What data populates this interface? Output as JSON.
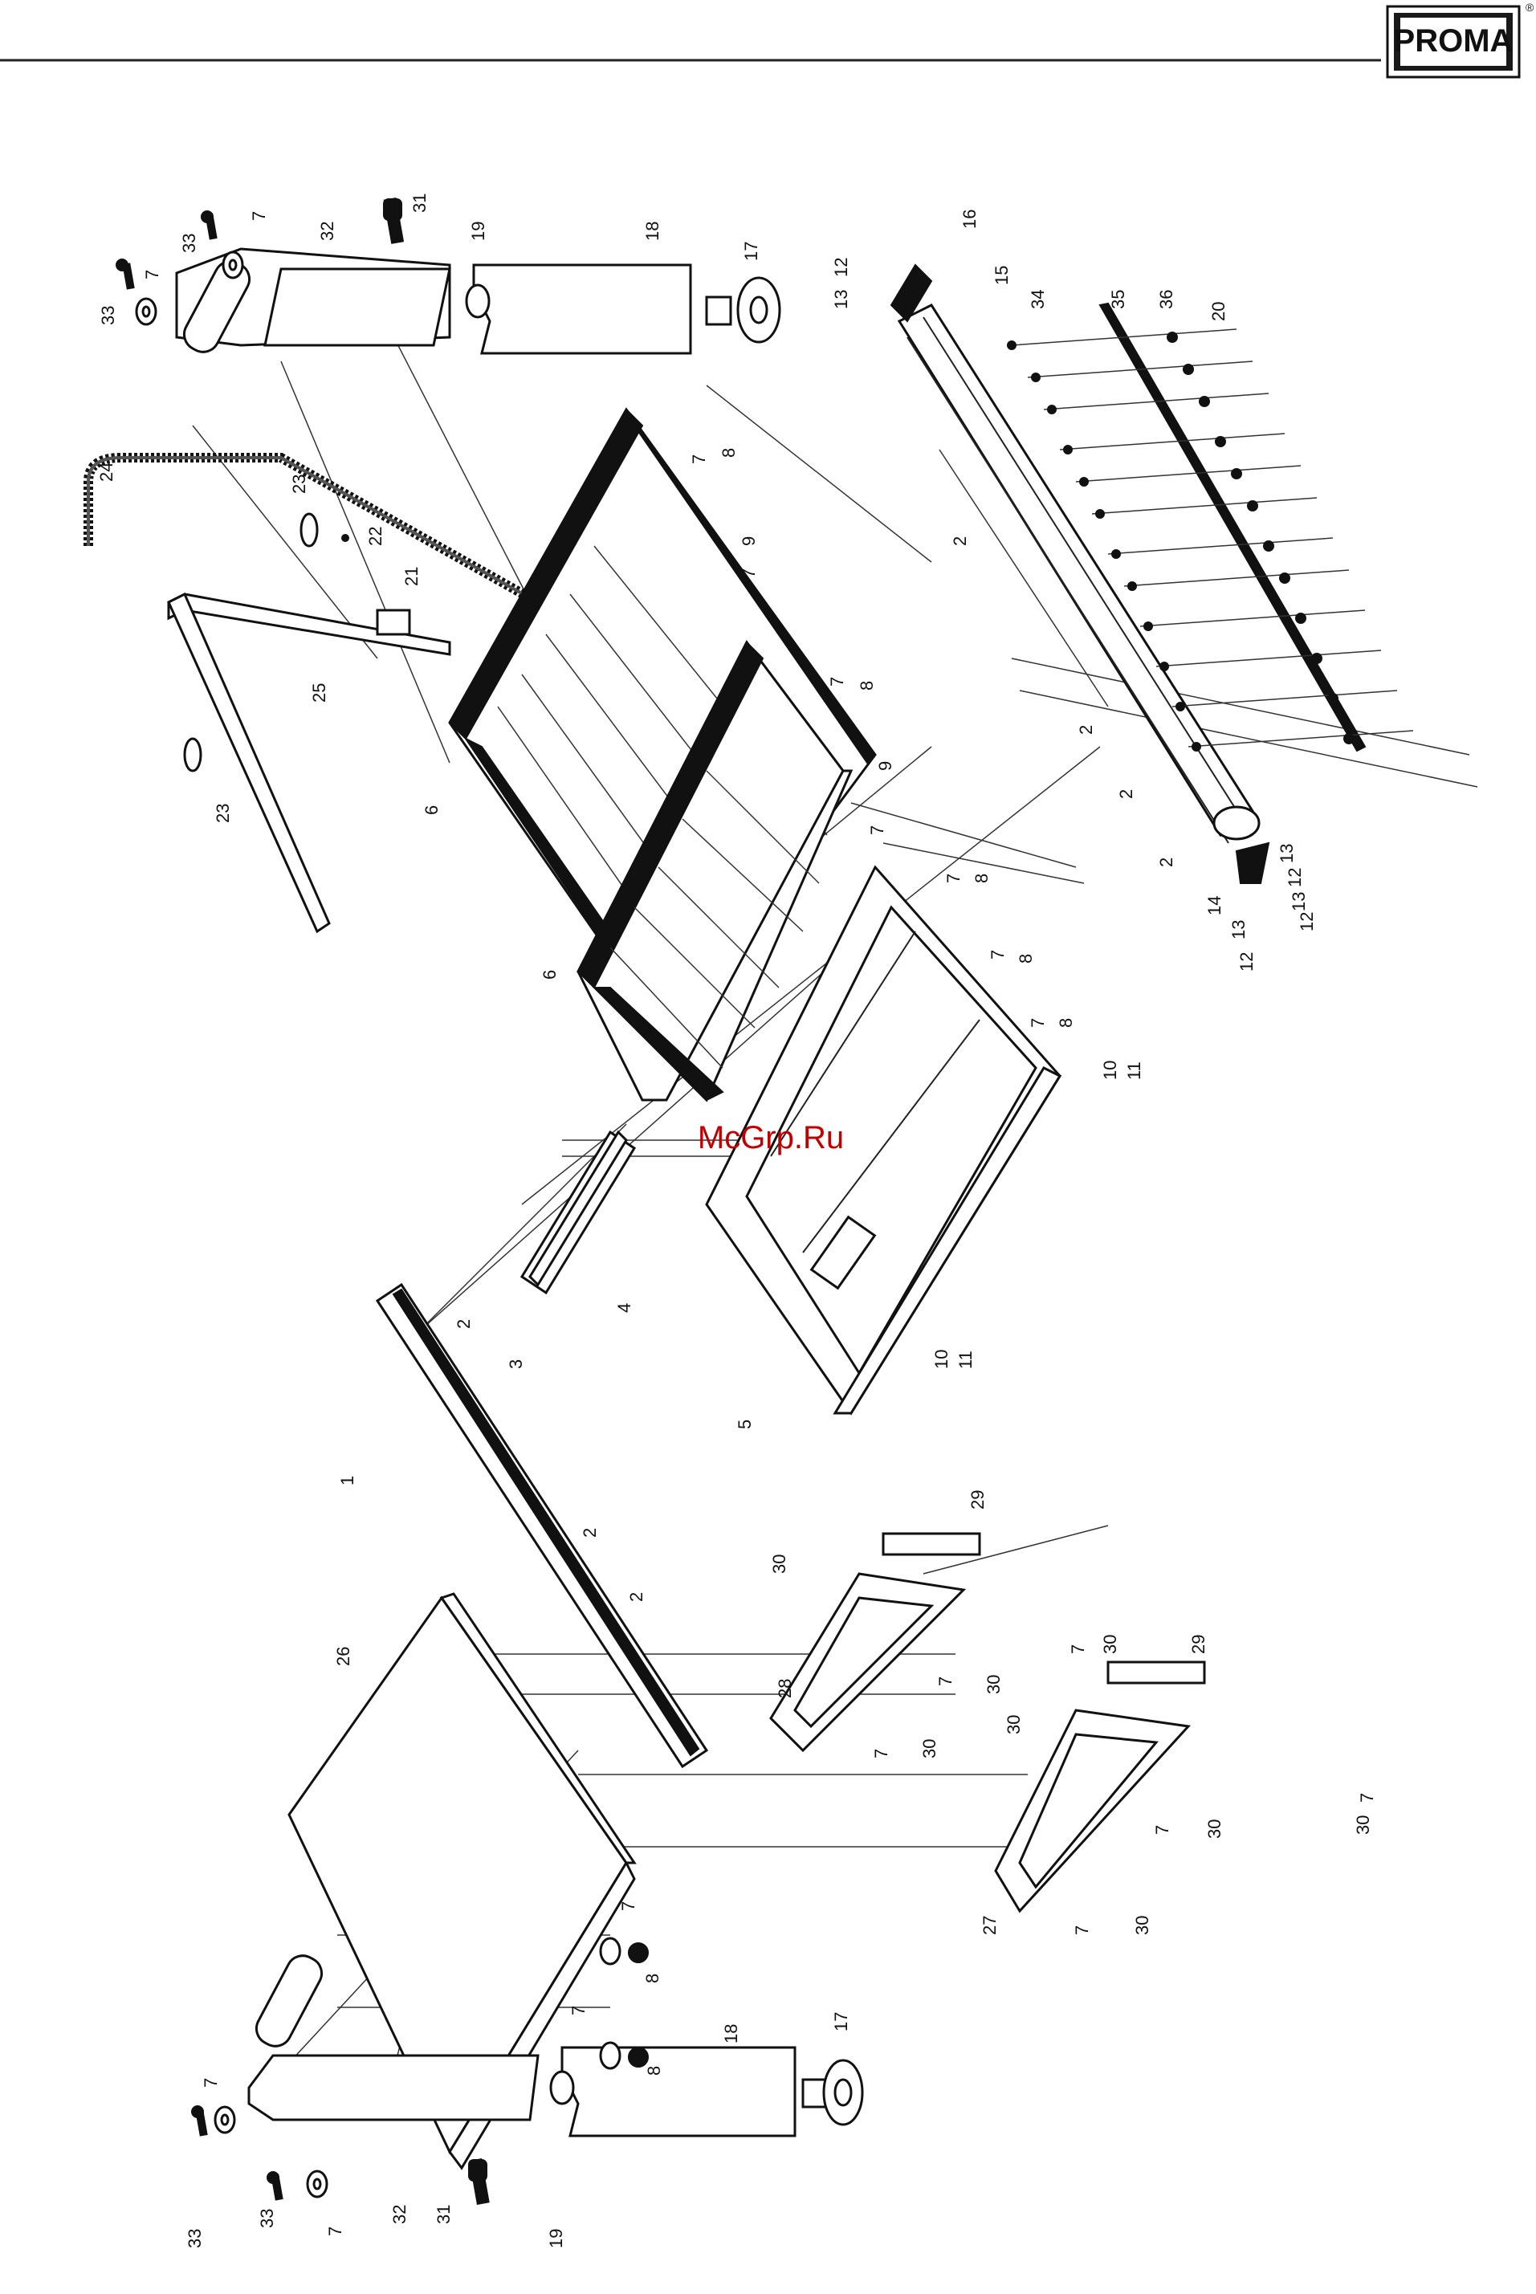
{
  "header": {
    "brand": "PROMA",
    "registered": "®"
  },
  "watermark": "McGrp.Ru",
  "labels": [
    {
      "id": "l33a",
      "text": "33"
    },
    {
      "id": "l7a",
      "text": "7"
    },
    {
      "id": "l33b",
      "text": "33"
    },
    {
      "id": "l7b",
      "text": "7"
    },
    {
      "id": "l32a",
      "text": "32"
    },
    {
      "id": "l31a",
      "text": "31"
    },
    {
      "id": "l19a",
      "text": "19"
    },
    {
      "id": "l18a",
      "text": "18"
    },
    {
      "id": "l17a",
      "text": "17"
    },
    {
      "id": "l24",
      "text": "24"
    },
    {
      "id": "l23a",
      "text": "23"
    },
    {
      "id": "l22",
      "text": "22"
    },
    {
      "id": "l21",
      "text": "21"
    },
    {
      "id": "l25",
      "text": "25"
    },
    {
      "id": "l23b",
      "text": "23"
    },
    {
      "id": "l6a",
      "text": "6"
    },
    {
      "id": "l7c",
      "text": "7"
    },
    {
      "id": "l8a",
      "text": "8"
    },
    {
      "id": "l9a",
      "text": "9"
    },
    {
      "id": "l7d",
      "text": "7"
    },
    {
      "id": "l2a",
      "text": "2"
    },
    {
      "id": "l16",
      "text": "16"
    },
    {
      "id": "l12a",
      "text": "12"
    },
    {
      "id": "l13a",
      "text": "13"
    },
    {
      "id": "l15",
      "text": "15"
    },
    {
      "id": "l34",
      "text": "34"
    },
    {
      "id": "l35",
      "text": "35"
    },
    {
      "id": "l36",
      "text": "36"
    },
    {
      "id": "l20",
      "text": "20"
    },
    {
      "id": "l6b",
      "text": "6"
    },
    {
      "id": "l7e",
      "text": "7"
    },
    {
      "id": "l8b",
      "text": "8"
    },
    {
      "id": "l9b",
      "text": "9"
    },
    {
      "id": "l7f",
      "text": "7"
    },
    {
      "id": "l2b",
      "text": "2"
    },
    {
      "id": "l2c",
      "text": "2"
    },
    {
      "id": "l2d",
      "text": "2"
    },
    {
      "id": "l13b",
      "text": "13"
    },
    {
      "id": "l12b",
      "text": "12"
    },
    {
      "id": "l13c",
      "text": "13"
    },
    {
      "id": "l12c",
      "text": "12"
    },
    {
      "id": "l14",
      "text": "14"
    },
    {
      "id": "l13d",
      "text": "13"
    },
    {
      "id": "l12d",
      "text": "12"
    },
    {
      "id": "l7g",
      "text": "7"
    },
    {
      "id": "l8c",
      "text": "8"
    },
    {
      "id": "l7h",
      "text": "7"
    },
    {
      "id": "l8d",
      "text": "8"
    },
    {
      "id": "l7i",
      "text": "7"
    },
    {
      "id": "l8e",
      "text": "8"
    },
    {
      "id": "l10a",
      "text": "10"
    },
    {
      "id": "l11a",
      "text": "11"
    },
    {
      "id": "l1",
      "text": "1"
    },
    {
      "id": "l2e",
      "text": "2"
    },
    {
      "id": "l3",
      "text": "3"
    },
    {
      "id": "l4",
      "text": "4"
    },
    {
      "id": "l5",
      "text": "5"
    },
    {
      "id": "l10b",
      "text": "10"
    },
    {
      "id": "l11b",
      "text": "11"
    },
    {
      "id": "l2f",
      "text": "2"
    },
    {
      "id": "l2g",
      "text": "2"
    },
    {
      "id": "l26",
      "text": "26"
    },
    {
      "id": "l30a",
      "text": "30"
    },
    {
      "id": "l29a",
      "text": "29"
    },
    {
      "id": "l28",
      "text": "28"
    },
    {
      "id": "l7j",
      "text": "7"
    },
    {
      "id": "l30b",
      "text": "30"
    },
    {
      "id": "l7k",
      "text": "7"
    },
    {
      "id": "l30c",
      "text": "30"
    },
    {
      "id": "l7l",
      "text": "7"
    },
    {
      "id": "l30d",
      "text": "30"
    },
    {
      "id": "l29b",
      "text": "29"
    },
    {
      "id": "l30e",
      "text": "30"
    },
    {
      "id": "l7m",
      "text": "7"
    },
    {
      "id": "l30f",
      "text": "30"
    },
    {
      "id": "l7n",
      "text": "7"
    },
    {
      "id": "l30g",
      "text": "30"
    },
    {
      "id": "l27",
      "text": "27"
    },
    {
      "id": "l7o",
      "text": "7"
    },
    {
      "id": "l30h",
      "text": "30"
    },
    {
      "id": "l7p",
      "text": "7"
    },
    {
      "id": "l8f",
      "text": "8"
    },
    {
      "id": "l7q",
      "text": "7"
    },
    {
      "id": "l8g",
      "text": "8"
    },
    {
      "id": "l7r",
      "text": "7"
    },
    {
      "id": "l33c",
      "text": "33"
    },
    {
      "id": "l33d",
      "text": "33"
    },
    {
      "id": "l7s",
      "text": "7"
    },
    {
      "id": "l32b",
      "text": "32"
    },
    {
      "id": "l31b",
      "text": "31"
    },
    {
      "id": "l19b",
      "text": "19"
    },
    {
      "id": "l18b",
      "text": "18"
    },
    {
      "id": "l17b",
      "text": "17"
    }
  ]
}
